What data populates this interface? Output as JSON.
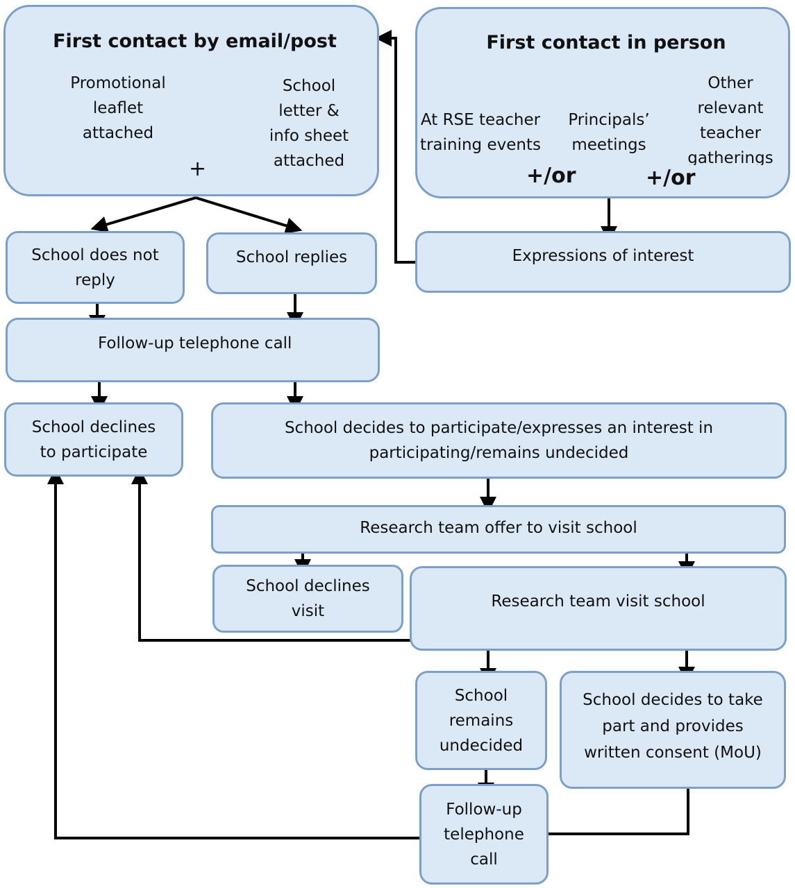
{
  "email_post": {
    "title": "First contact by email/post",
    "left_text": "Promotional\nleaflet\nattached",
    "right_text": "School\nletter &\ninfo sheet\nattached",
    "combiner": "+"
  },
  "in_person": {
    "title": "First contact in person",
    "col1": "At RSE teacher\ntraining events",
    "col2": "Principals’\nmeetings",
    "col3": "Other\nrelevant\nteacher\ngatherings",
    "combiner1": "+/or",
    "combiner2": "+/or"
  },
  "nodes": {
    "no_reply": "School does not\nreply",
    "replies": "School replies",
    "interest": "Expressions of interest",
    "follow_up_call": "Follow-up telephone call",
    "declines_participate": "School declines\nto participate",
    "decides_participate": "School decides to participate/expresses an interest in\nparticipating/remains undecided",
    "offer_visit": "Research team offer to visit school",
    "declines_visit": "School declines\nvisit",
    "team_visit": "Research team visit school",
    "remains_undecided": "School\nremains\nundecided",
    "takes_part": "School decides to take\npart and provides\nwritten consent (MoU)",
    "follow_up_call_2": "Follow-up\ntelephone\ncall"
  }
}
